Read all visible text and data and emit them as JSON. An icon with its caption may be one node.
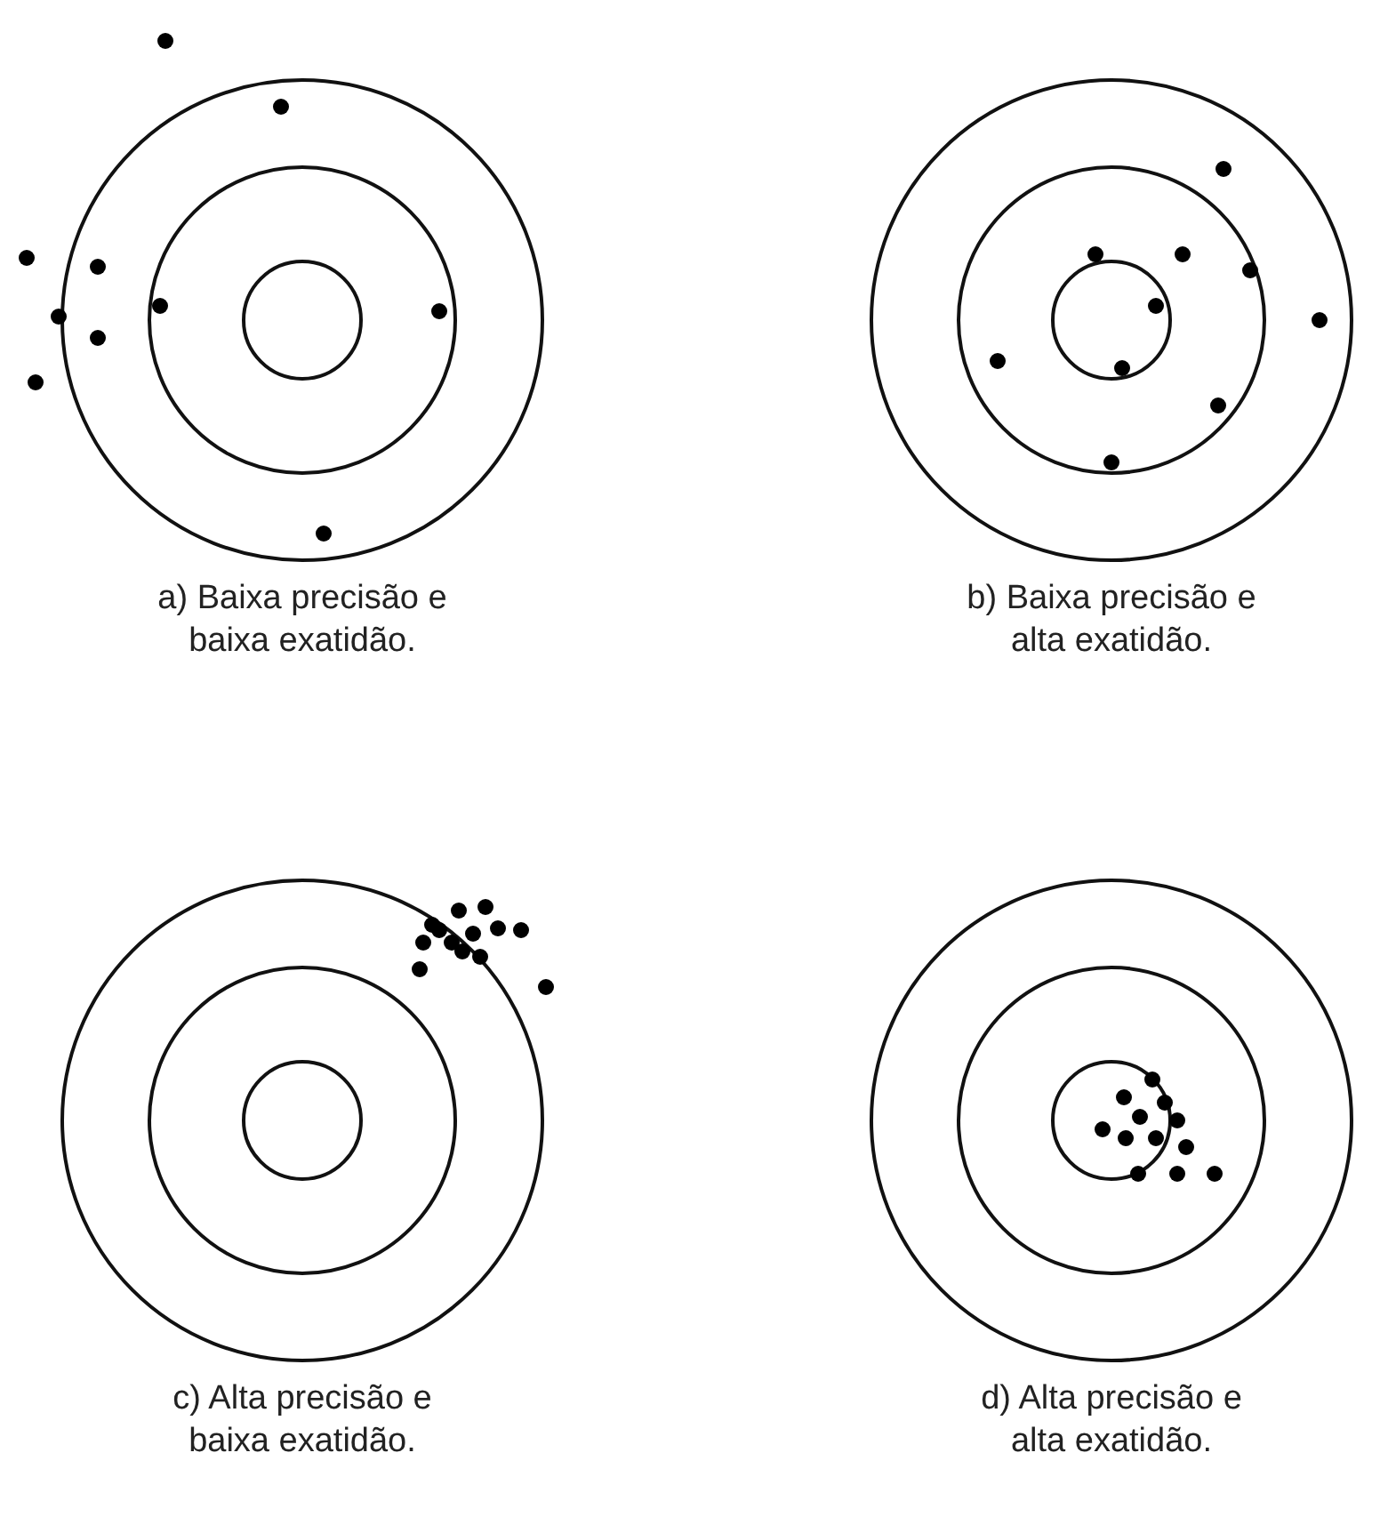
{
  "diagram": {
    "labels": [
      "a) Baixa precisão e baixa exatidão.",
      "b) Baixa precisão e alta exatidão.",
      "c) Alta precisão e baixa exatidão.",
      "d) Alta precisão e alta exatidão."
    ]
  }
}
